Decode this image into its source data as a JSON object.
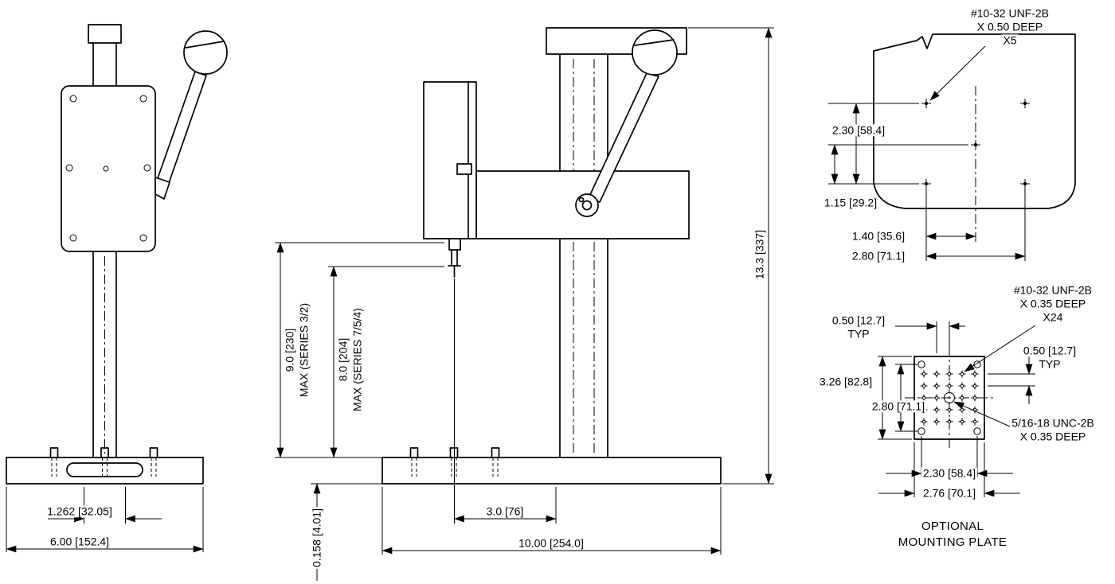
{
  "drawing": {
    "colors": {
      "line": "#000000",
      "background": "#ffffff"
    },
    "front_view": {
      "dim_slot": "1.262 [32.05]",
      "dim_base": "6.00 [152.4]"
    },
    "side_view": {
      "dim_travel_a": "9.0 [230]",
      "dim_travel_a_note": "MAX (SERIES 3/2)",
      "dim_travel_b": "8.0 [204]",
      "dim_travel_b_note": "MAX (SERIES 7/5/4)",
      "dim_overall_height": "13.3 [337]",
      "dim_throat": "3.0 [76]",
      "dim_base_length": "10.00 [254.0]",
      "dim_base_lip": "0.158 [4.01]"
    },
    "base_detail": {
      "callout": [
        "#10-32 UNF-2B",
        "X 0.50 DEEP",
        "X5"
      ],
      "dim_rows": "2.30 [58.4]",
      "dim_row_half": "1.15 [29.2]",
      "dim_col_half": "1.40 [35.6]",
      "dim_cols": "2.80 [71.1]"
    },
    "mounting_plate": {
      "callout_grid": [
        "#10-32 UNF-2B",
        "X 0.35 DEEP",
        "X24"
      ],
      "callout_center": [
        "5/16-18 UNC-2B",
        "X 0.35 DEEP"
      ],
      "dim_pitch_h": "0.50 [12.7]",
      "dim_pitch_h_note": "TYP",
      "dim_pitch_v": "0.50 [12.7]",
      "dim_pitch_v_note": "TYP",
      "dim_height": "3.26 [82.8]",
      "dim_holes_v": "2.80 [71.1]",
      "dim_holes_h": "2.30 [58.4]",
      "dim_width": "2.76 [70.1]",
      "title": [
        "OPTIONAL",
        "MOUNTING PLATE"
      ]
    }
  }
}
